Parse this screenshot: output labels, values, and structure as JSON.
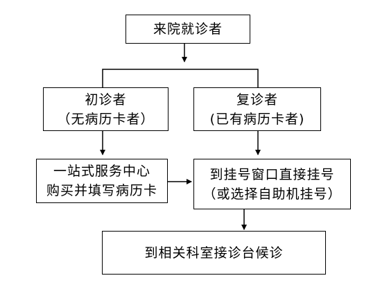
{
  "flowchart": {
    "start": {
      "label": "来院就诊者"
    },
    "first_visit": {
      "line1": "初诊者",
      "line2": "（无病历卡者）"
    },
    "return_visit": {
      "line1": "复诊者",
      "line2": "(已有病历卡者)"
    },
    "service_center": {
      "line1": "一站式服务中心",
      "line2": "购买并填写病历卡"
    },
    "registration": {
      "line1": "到挂号窗口直接挂号",
      "line2": "（或选择自助机挂号）"
    },
    "department": {
      "label": "到相关科室接诊台候诊"
    }
  }
}
